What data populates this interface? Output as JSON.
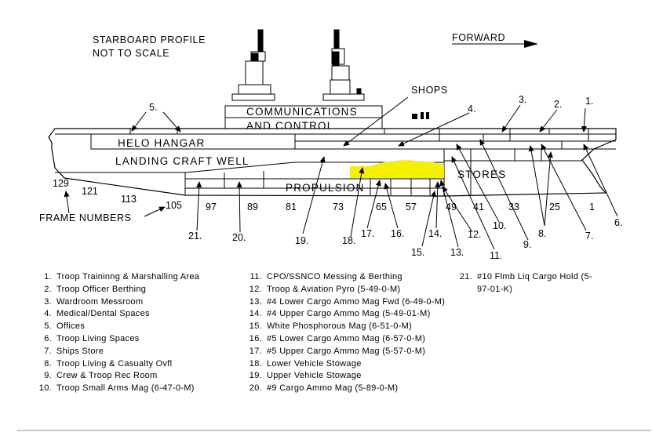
{
  "title_lines": [
    "STARBOARD PROFILE",
    "NOT TO SCALE"
  ],
  "forward_label": "FORWARD",
  "compartments": {
    "communications": [
      "COMMUNICATIONS",
      "AND CONTROL"
    ],
    "helo_hangar": "HELO HANGAR",
    "landing_craft_well": "LANDING CRAFT WELL",
    "propulsion": "PROPULSION",
    "stores": "STORES",
    "shops": "SHOPS"
  },
  "frame_numbers_label": "FRAME NUMBERS",
  "frame_numbers": [
    "129",
    "121",
    "113",
    "105",
    "97",
    "89",
    "81",
    "73",
    "65",
    "57",
    "49",
    "41",
    "33",
    "25",
    "1"
  ],
  "callout_numbers": [
    "1.",
    "2.",
    "3.",
    "4.",
    "5.",
    "6.",
    "7.",
    "8.",
    "9.",
    "10.",
    "11.",
    "12.",
    "13.",
    "14.",
    "15.",
    "16.",
    "17.",
    "18.",
    "19.",
    "20.",
    "21."
  ],
  "highlight_color": "#f5f000",
  "legend": [
    {
      "n": "1.",
      "text": "Troop Traininng & Marshalling Area"
    },
    {
      "n": "2.",
      "text": "Troop Officer Berthing"
    },
    {
      "n": "3.",
      "text": "Wardroom Messroom"
    },
    {
      "n": "4.",
      "text": "Medical/Dental Spaces"
    },
    {
      "n": "5.",
      "text": "Offices"
    },
    {
      "n": "6.",
      "text": "Troop Living Spaces"
    },
    {
      "n": "7.",
      "text": "Ships Store"
    },
    {
      "n": "8.",
      "text": "Troop Living & Casualty Ovfl"
    },
    {
      "n": "9.",
      "text": "Crew & Troop Rec Room"
    },
    {
      "n": "10.",
      "text": "Troop Small Arms Mag (6-47-0-M)"
    },
    {
      "n": "11.",
      "text": "CPO/SSNCO Messing & Berthing"
    },
    {
      "n": "12.",
      "text": "Troop & Aviation Pyro (5-49-0-M)"
    },
    {
      "n": "13.",
      "text": "#4 Lower Cargo Ammo Mag Fwd (6-49-0-M)"
    },
    {
      "n": "14.",
      "text": "#4 Upper Cargo Ammo Mag (5-49-01-M)"
    },
    {
      "n": "15.",
      "text": "White Phosphorous Mag (6-51-0-M)"
    },
    {
      "n": "16.",
      "text": "#5 Lower Cargo Ammo Mag (6-57-0-M)"
    },
    {
      "n": "17.",
      "text": "#5 Upper Cargo Ammo Mag (5-57-0-M)"
    },
    {
      "n": "18.",
      "text": "Lower Vehicle Stowage"
    },
    {
      "n": "19.",
      "text": "Upper Vehicle Stowage"
    },
    {
      "n": "20.",
      "text": "#9 Cargo Ammo Mag (5-89-0-M)"
    },
    {
      "n": "21.",
      "text": "#10 Flmb Liq Cargo Hold (5-97-01-K)"
    }
  ]
}
